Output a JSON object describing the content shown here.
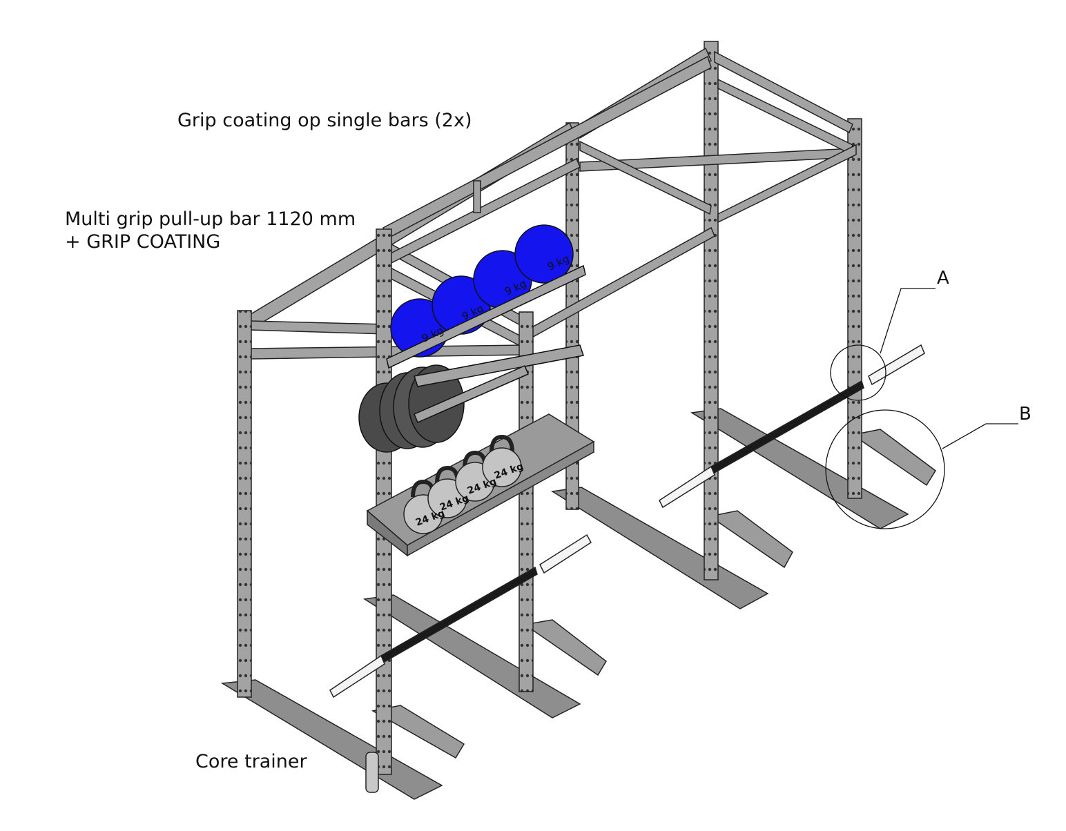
{
  "labels": {
    "grip_coating": "Grip coating op single bars (2x)",
    "pullup_line1": "Multi grip pull-up bar 1120 mm",
    "pullup_line2": "+ GRIP COATING",
    "core_trainer": "Core trainer"
  },
  "callouts": {
    "a": "A",
    "b": "B"
  },
  "medicine_ball_label": "9 kg",
  "kettlebell_label": "24 kg",
  "colors": {
    "frame": "#a3a3a3",
    "frame_dark": "#6e6e6e",
    "medicine_ball": "#1414ee",
    "kettlebell": "#c4c4c4",
    "plate": "#4a4a4a",
    "barbell_shaft": "#1a1a1a"
  }
}
